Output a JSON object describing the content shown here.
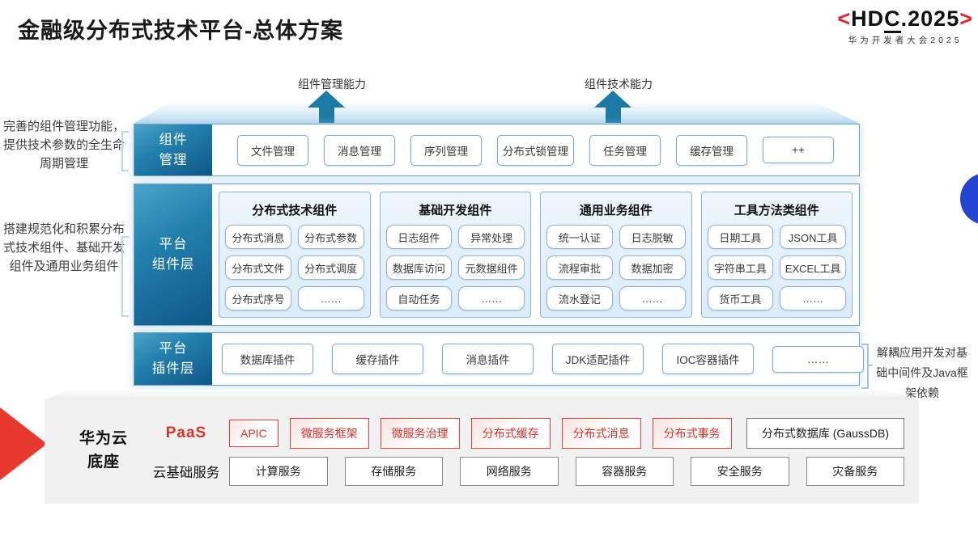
{
  "header": {
    "title": "金融级分布式技术平台-总体方案",
    "logo": {
      "open": "<",
      "text": "HDC",
      "dot_year": ".2025",
      "close": ">",
      "subtext": "华为开发者大会2025"
    }
  },
  "arrows": [
    {
      "label": "组件管理能力"
    },
    {
      "label": "组件技术能力"
    }
  ],
  "left_notes": [
    "完善的组件管理功能，提供技术参数的全生命周期管理",
    "搭建规范化和积累分布式技术组件、基础开发组件及通用业务组件"
  ],
  "rows": {
    "component_mgmt": {
      "label_line1": "组件",
      "label_line2": "管理",
      "items": [
        "文件管理",
        "消息管理",
        "序列管理",
        "分布式锁管理",
        "任务管理",
        "缓存管理",
        "++"
      ]
    },
    "platform_components": {
      "label_line1": "平台",
      "label_line2": "组件层",
      "groups": [
        {
          "title": "分布式技术组件",
          "items": [
            "分布式消息",
            "分布式参数",
            "分布式文件",
            "分布式调度",
            "分布式序号",
            "……"
          ]
        },
        {
          "title": "基础开发组件",
          "items": [
            "日志组件",
            "异常处理",
            "数据库访问",
            "元数据组件",
            "自动任务",
            "……"
          ]
        },
        {
          "title": "通用业务组件",
          "items": [
            "统一认证",
            "日志脱敏",
            "流程审批",
            "数据加密",
            "流水登记",
            "……"
          ]
        },
        {
          "title": "工具方法类组件",
          "items": [
            "日期工具",
            "JSON工具",
            "字符串工具",
            "EXCEL工具",
            "货币工具",
            "……"
          ]
        }
      ]
    },
    "platform_plugins": {
      "label_line1": "平台",
      "label_line2": "插件层",
      "items": [
        "数据库插件",
        "缓存插件",
        "消息插件",
        "JDK适配插件",
        "IOC容器插件",
        "……"
      ]
    }
  },
  "right_note": "解耦应用开发对基础中间件及Java框架依赖",
  "foundation": {
    "label_line1": "华为云",
    "label_line2": "底座",
    "paas": {
      "label": "PaaS",
      "items": [
        "APIC",
        "微服务框架",
        "微服务治理",
        "分布式缓存",
        "分布式消息",
        "分布式事务"
      ],
      "neutral_item": "分布式数据库 (GaussDB)"
    },
    "iaas": {
      "label": "云基础服务",
      "items": [
        "计算服务",
        "存储服务",
        "网络服务",
        "容器服务",
        "安全服务",
        "灾备服务"
      ]
    }
  },
  "colors": {
    "teal_arrow": "#1B7BA4",
    "label_gradient_start": "#4AA3C9",
    "label_gradient_end": "#0E5787",
    "box_border_blue": "#7FA8CE",
    "brand_red": "#D9332B",
    "blue_circle": "#2443D2",
    "foundation_grey": "#F1F1F1"
  }
}
